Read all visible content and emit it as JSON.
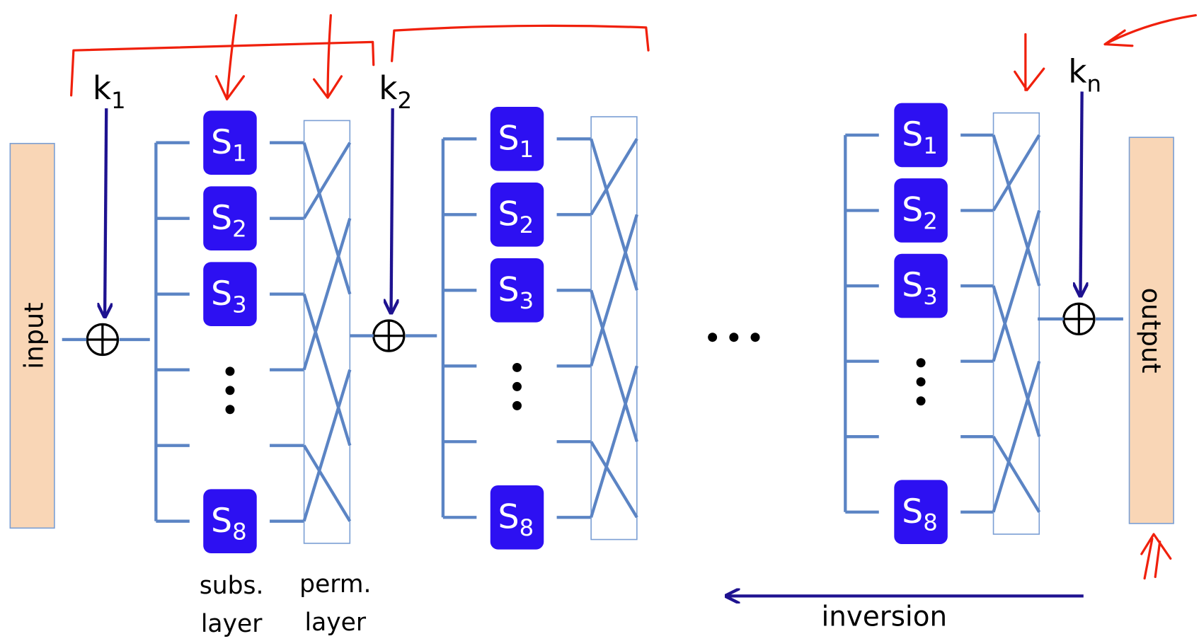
{
  "colors": {
    "wire": "#5b84c4",
    "sbox": "#2d10f2",
    "key_arrow": "#1e1290",
    "io_block": "#f9d6b6",
    "annotation": "#f0200c"
  },
  "input_label": "input",
  "output_label": "output",
  "xor_symbol": "⊕",
  "ellipsis": "• • •",
  "vertical_dots": "⋮",
  "stages": [
    {
      "key": "k",
      "key_sub": "1",
      "sboxes": [
        {
          "s": "S",
          "sub": "1"
        },
        {
          "s": "S",
          "sub": "2"
        },
        {
          "s": "S",
          "sub": "3"
        },
        {
          "s": "S",
          "sub": "8"
        }
      ]
    },
    {
      "key": "k",
      "key_sub": "2",
      "sboxes": [
        {
          "s": "S",
          "sub": "1"
        },
        {
          "s": "S",
          "sub": "2"
        },
        {
          "s": "S",
          "sub": "3"
        },
        {
          "s": "S",
          "sub": "8"
        }
      ]
    },
    {
      "key": "k",
      "key_sub": "n",
      "sboxes": [
        {
          "s": "S",
          "sub": "1"
        },
        {
          "s": "S",
          "sub": "2"
        },
        {
          "s": "S",
          "sub": "3"
        },
        {
          "s": "S",
          "sub": "8"
        }
      ]
    }
  ],
  "layer_labels": {
    "subs_line1": "subs.",
    "subs_line2": "layer",
    "perm_line1": "perm.",
    "perm_line2": "layer"
  },
  "inversion_label": "inversion",
  "permutation_wiring": [
    [
      0,
      2
    ],
    [
      1,
      0
    ],
    [
      2,
      4
    ],
    [
      3,
      1
    ],
    [
      4,
      5
    ],
    [
      5,
      3
    ]
  ]
}
